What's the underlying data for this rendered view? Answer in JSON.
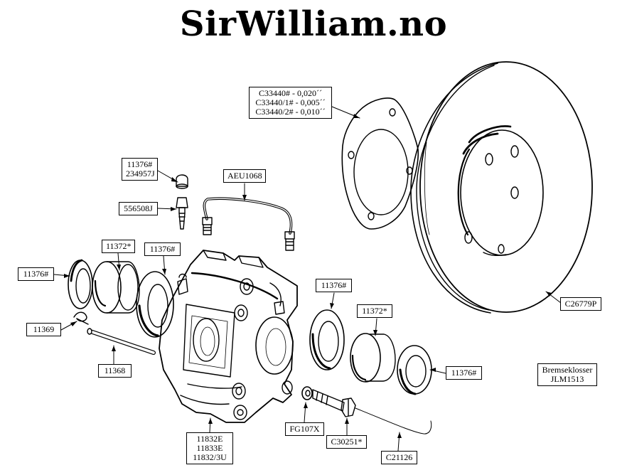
{
  "site": {
    "title": "SirWilliam.no"
  },
  "labels": {
    "shim": [
      "C33440# - 0,020´´",
      "C33440/1# - 0,005´´",
      "C33440/2# - 0,010´´"
    ],
    "bleed_cap": [
      "11376#",
      "234957J"
    ],
    "bleed_screw": "556508J",
    "pipe": "AEU1068",
    "piston_left": "11372*",
    "seal_top_left": "11376#",
    "seal_far_left": "11376#",
    "clip": "11369",
    "pin": "11368",
    "caliper": [
      "11832E",
      "11833E",
      "11832/3U"
    ],
    "seal_right_top": "11376#",
    "piston_right": "11372*",
    "seal_right_outer": "11376#",
    "washer": "FG107X",
    "bolt": "C30251*",
    "wire": "C21126",
    "disc": "C26779P",
    "pads": [
      "Bremseklosser",
      "JLM1513"
    ]
  }
}
